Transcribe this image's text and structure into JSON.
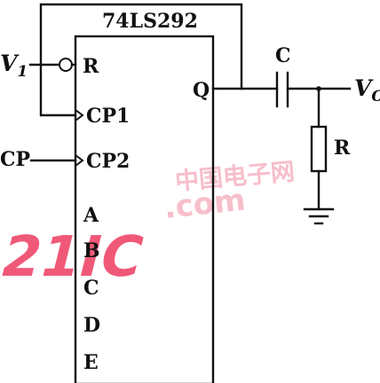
{
  "chip": {
    "name": "74LS292",
    "pins_left": {
      "reset": "R",
      "cp1": "CP1",
      "cp2": "CP2",
      "a": "A",
      "b": "B",
      "c": "C",
      "d": "D",
      "e": "E"
    },
    "pins_right": {
      "q": "Q"
    }
  },
  "signals": {
    "v1_main": "V",
    "v1_sub": "1",
    "cp": "CP",
    "vo_main": "V",
    "vo_sub": "O"
  },
  "components": {
    "capacitor": "C",
    "resistor": "R"
  },
  "watermark": {
    "brand": "21IC",
    "chinese": "中国电子网",
    "domain": ".com"
  },
  "colors": {
    "ink": "#111111",
    "watermark": "#ee3d63"
  }
}
